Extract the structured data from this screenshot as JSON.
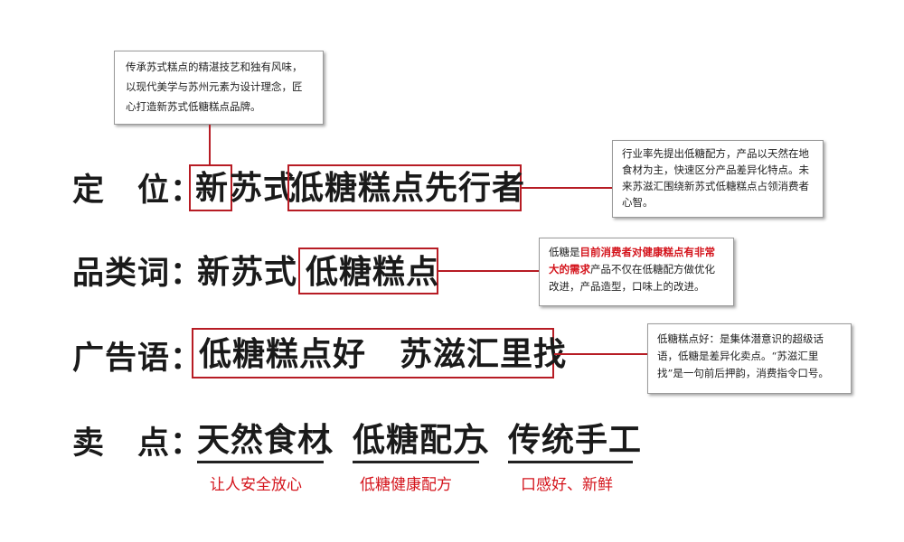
{
  "note_top": "传承苏式糕点的精湛技艺和独有风味，以现代美学与苏州元素为设计理念，匠心打造新苏式低糖糕点品牌。",
  "positioning": {
    "label": "定　位：",
    "part1": "新",
    "part2": "苏式",
    "part3": "低糖糕点先行者",
    "note": "行业率先提出低糖配方，产品以天然在地食材为主，快速区分产品差异化特点。未来苏滋汇围绕新苏式低糖糕点占领消费者心智。"
  },
  "category": {
    "label": "品类词：",
    "prefix": "新苏式",
    "boxed": "低糖糕点",
    "note_pre": "低糖是",
    "note_highlight": "目前消费者对健康糕点有非常大的需求",
    "note_post": "产品不仅在低糖配方做优化改进，产品造型，口味上的改进。"
  },
  "slogan": {
    "label": "广告语：",
    "text": "低糖糕点好　苏滋汇里找",
    "note": "低糖糕点好：是集体潜意识的超级话语，低糖是差异化卖点。“苏滋汇里找”是一句前后押韵，消费指令口号。"
  },
  "selling_points": {
    "label": "卖　点：",
    "items": [
      {
        "title": "天然食材",
        "sub": "让人安全放心"
      },
      {
        "title": "低糖配方",
        "sub": "低糖健康配方"
      },
      {
        "title": "传统手工",
        "sub": "口感好、新鲜"
      }
    ],
    "sep": "、"
  },
  "colors": {
    "accent": "#b71c24",
    "highlight": "#d4141c",
    "text": "#1a1a1a"
  }
}
